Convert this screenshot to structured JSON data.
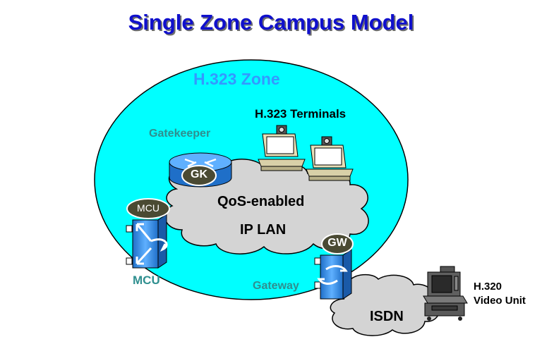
{
  "title": "Single Zone Campus Model",
  "zone": {
    "label": "H.323 Zone"
  },
  "terminals": {
    "label": "H.323 Terminals"
  },
  "gatekeeper": {
    "label": "Gatekeeper",
    "badge": "GK"
  },
  "lan": {
    "line1": "QoS-enabled",
    "line2": "IP LAN"
  },
  "mcu": {
    "label": "MCU",
    "badge": "MCU"
  },
  "gateway": {
    "label": "Gateway",
    "badge": "GW"
  },
  "isdn": {
    "label": "ISDN"
  },
  "video_unit": {
    "line1": "H.320",
    "line2": "Video Unit"
  },
  "colors": {
    "title": "#1010cc",
    "zone_fill": "#00ffff",
    "zone_label": "#3399ff",
    "cloud_fill": "#d4d4d4",
    "device_label": "#2f8f8f",
    "device_blue": "#2e7fd6",
    "badge_fill": "#4a4a33"
  },
  "icons": [
    "router-icon",
    "switch-icon",
    "terminal-icon",
    "video-unit-icon",
    "cloud-icon"
  ]
}
